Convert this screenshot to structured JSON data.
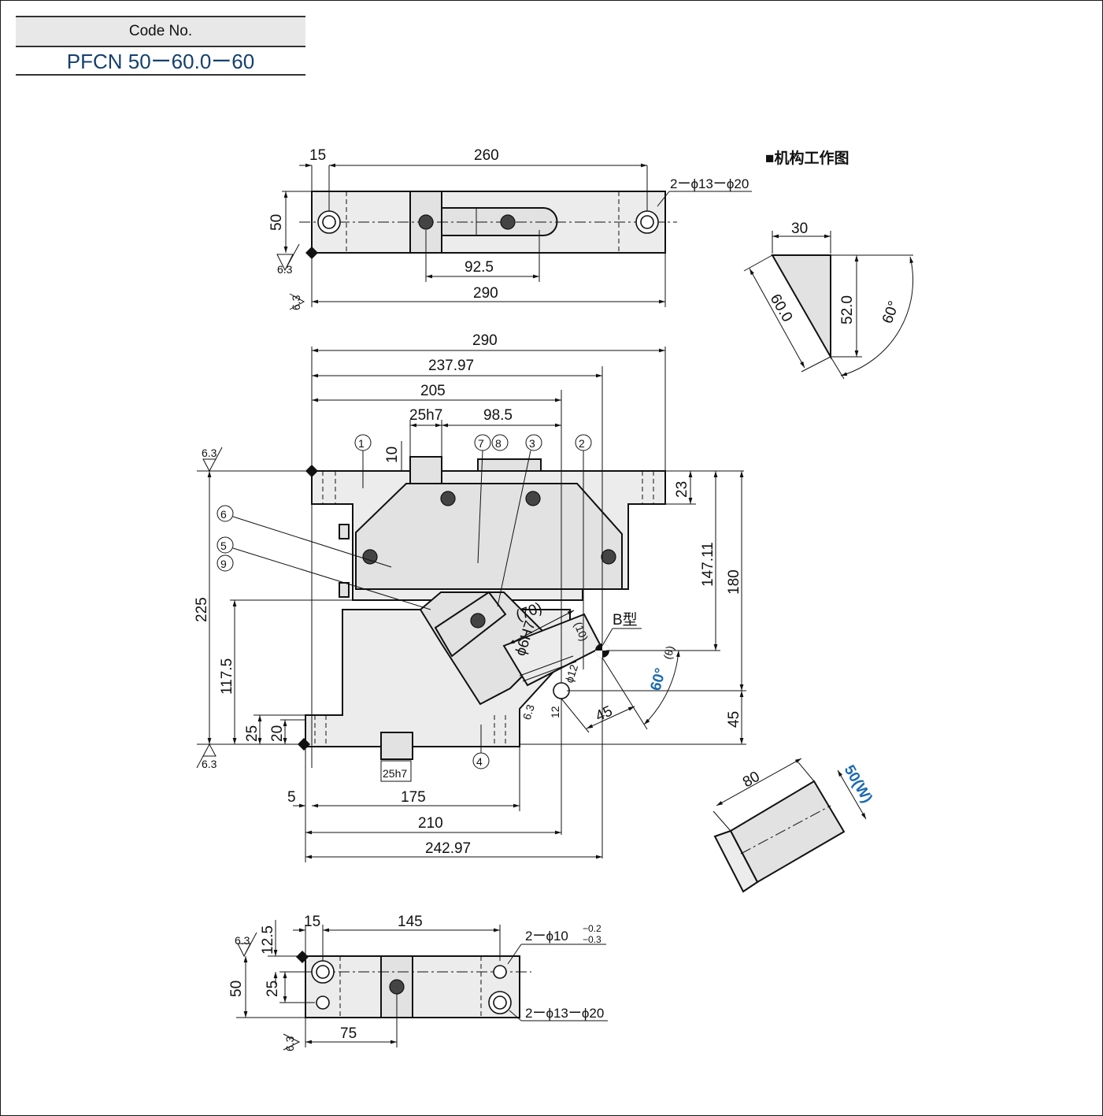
{
  "code_header": "Code No.",
  "code_value": "PFCN 50ー60.0ー60",
  "mechanism_title": "■机构工作图",
  "top_view": {
    "dim_15": "15",
    "dim_260": "260",
    "dim_50": "50",
    "dim_92_5": "92.5",
    "dim_290": "290",
    "hole_note": "2ーϕ13ーϕ20",
    "rough_1": "6.3",
    "rough_2": "6.3"
  },
  "front_view": {
    "dim_290": "290",
    "dim_237_97": "237.97",
    "dim_205": "205",
    "dim_25h7_top": "25h7",
    "dim_98_5": "98.5",
    "dim_10": "10",
    "dim_23": "23",
    "dim_147_11": "147.11",
    "dim_180": "180",
    "dim_225": "225",
    "dim_117_5": "117.5",
    "dim_25": "25",
    "dim_20": "20",
    "dim_45_right": "45",
    "dim_70": "(70)",
    "dim_10_paren": "(10)",
    "dim_6h7": "ϕ6H7",
    "dim_12_phi": "ϕ12",
    "dim_12": "12",
    "dim_45_diag": "45",
    "angle_label": "60°",
    "angle_theta": "(θ)",
    "b_type": "B型",
    "dim_25h7_bottom": "25h7",
    "dim_5": "5",
    "dim_175": "175",
    "dim_210": "210",
    "dim_242_97": "242.97",
    "rough_top": "6.3",
    "rough_bottom": "6.3",
    "rough_mid": "6.3",
    "callouts": [
      "①",
      "②",
      "③",
      "④",
      "⑤",
      "⑥",
      "⑦⑧",
      "⑨"
    ]
  },
  "bottom_view": {
    "dim_15": "15",
    "dim_145": "145",
    "dim_12_5": "12.5",
    "dim_50": "50",
    "dim_25": "25",
    "dim_75": "75",
    "hole_note_1": "2ーϕ10",
    "tol_upper": "−0.2",
    "tol_lower": "−0.3",
    "hole_note_2": "2ーϕ13ーϕ20",
    "rough_1": "6.3",
    "rough_2": "6.3"
  },
  "triangle_view": {
    "dim_30": "30",
    "dim_60_0": "60.0",
    "dim_52_0": "52.0",
    "dim_angle": "60°"
  },
  "wedge_view": {
    "dim_80": "80",
    "dim_50w": "50(W)"
  }
}
